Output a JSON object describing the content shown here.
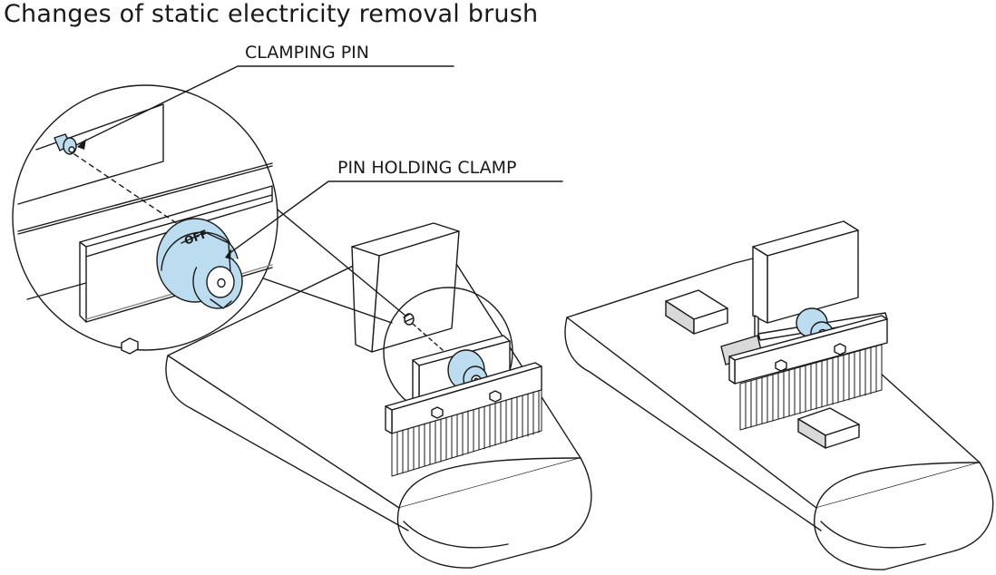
{
  "title": "Changes of static electricity removal brush",
  "callouts": {
    "clamping_pin": "CLAMPING PIN",
    "pin_holding_clamp": "PIN HOLDING CLAMP"
  },
  "dial_label": "OFF",
  "colors": {
    "line": "#1a1a1a",
    "part_fill": "#ffffff",
    "clamp_fill": "#bcdcf0",
    "clamp_fill_dark": "#8fbfdc",
    "shade": "#d9d9d9"
  }
}
